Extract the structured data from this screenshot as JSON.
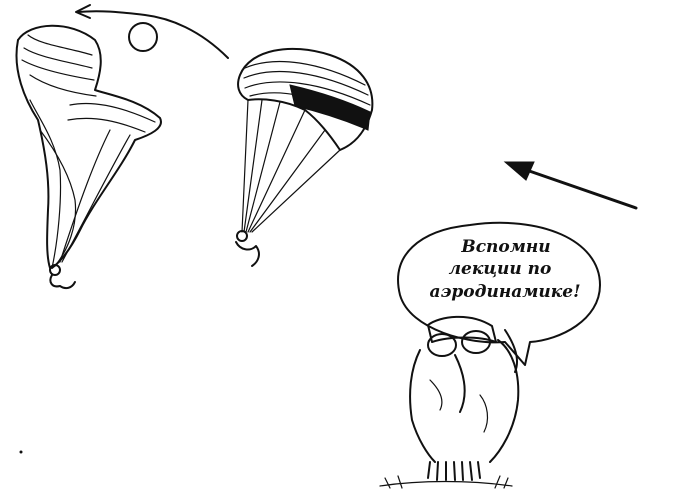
{
  "speech_bubble": {
    "lines": [
      "Вспомни",
      "лекции по",
      "аэродинамике!"
    ]
  },
  "colors": {
    "ink": "#111111",
    "paper": "#ffffff"
  },
  "icons": {
    "collapsed_canopy": "collapsed-paraglider",
    "inflated_canopy": "inflated-paraglider",
    "motion_arrow": "curved-arrow",
    "direction_arrow": "straight-arrow",
    "bird": "bird-with-goggles"
  }
}
